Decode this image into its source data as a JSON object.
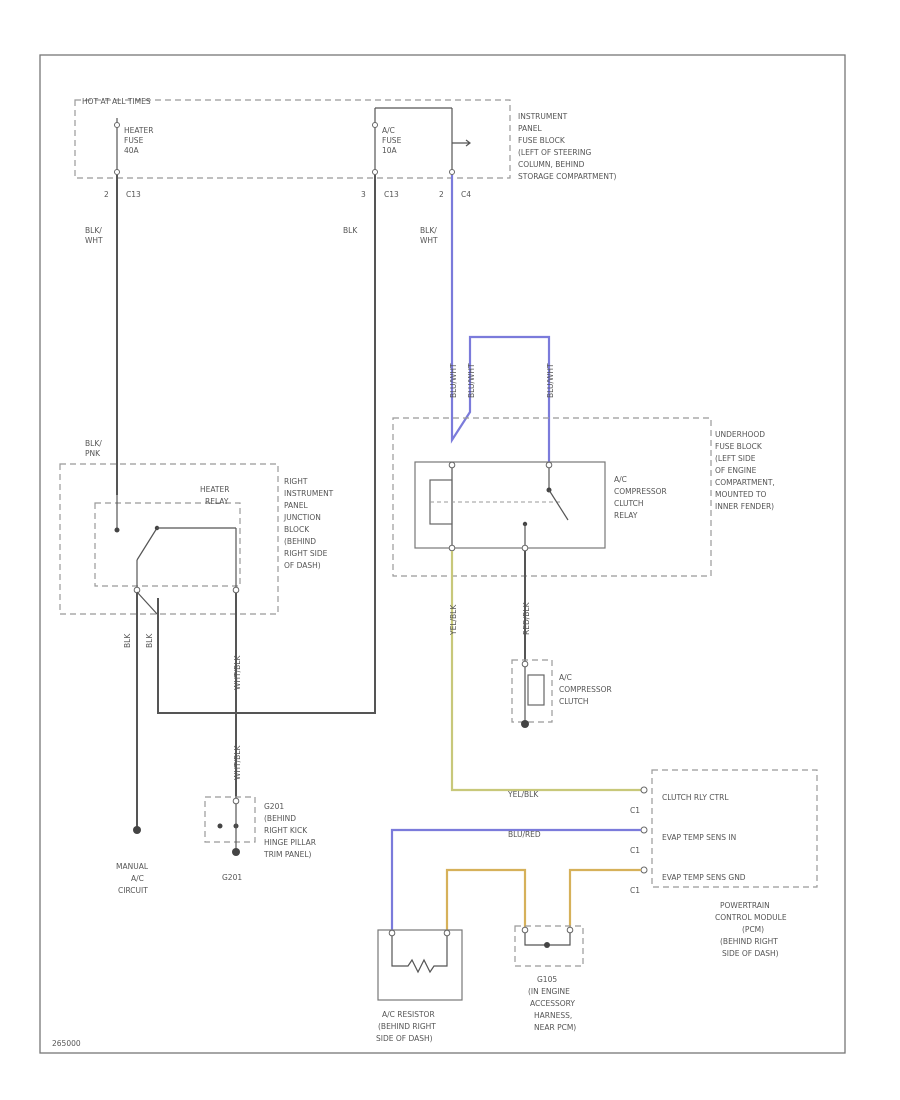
{
  "labels": {
    "hot_at_all_times": "HOT AT ALL TIMES",
    "heater_fuse": [
      "HEATER",
      "FUSE",
      "40A"
    ],
    "ac_fuse": [
      "A/C",
      "FUSE",
      "10A"
    ],
    "ipfb": [
      "INSTRUMENT",
      "PANEL",
      "FUSE BLOCK",
      "(LEFT OF STEERING",
      "COLUMN, BEHIND",
      "STORAGE COMPARTMENT)"
    ],
    "pin_heater": "2",
    "conn_heater": "C13",
    "pin_ac": "3",
    "conn_ac": "C13",
    "pin_relay_feed": "2",
    "conn_relay_feed": "C4",
    "wire_blk_wht_1": [
      "BLK/",
      "WHT"
    ],
    "wire_blk_2": "BLK",
    "wire_blk_wht_3": [
      "BLK/",
      "WHT"
    ],
    "wire_blk_pnk": [
      "BLK/",
      "PNK"
    ],
    "heater_relay": [
      "HEATER",
      "RELAY"
    ],
    "ripjb": [
      "RIGHT",
      "INSTRUMENT",
      "PANEL",
      "JUNCTION",
      "BLOCK",
      "(BEHIND",
      "RIGHT SIDE",
      "OF DASH)"
    ],
    "wire_blk_a": "BLK",
    "wire_blk_b": "BLK",
    "wire_wht_blk_a": "WHT/BLK",
    "wire_wht_blk_b": "WHT/BLK",
    "g201_splice": [
      "G201",
      "(BEHIND",
      "RIGHT KICK",
      "HINGE PILLAR",
      "TRIM PANEL)"
    ],
    "g201": "G201",
    "manual_ac_circuit": [
      "MANUAL",
      "A/C",
      "CIRCUIT"
    ],
    "ufb": [
      "UNDERHOOD",
      "FUSE BLOCK",
      "(LEFT SIDE",
      "OF ENGINE",
      "COMPARTMENT,",
      "MOUNTED TO",
      "INNER FENDER)"
    ],
    "ac_relay": [
      "A/C",
      "COMPRESSOR",
      "CLUTCH",
      "RELAY"
    ],
    "wire_blu_a": "BLU/WHT",
    "wire_blu_b": "BLU/WHT",
    "wire_blu_c": "BLU/WHT",
    "wire_yel_blk": "YEL/BLK",
    "wire_red_blk": "RED/BLK",
    "ac_clutch": [
      "A/C",
      "COMPRESSOR",
      "CLUTCH"
    ],
    "wire_yel_blk_h": "YEL/BLK",
    "wire_blu_red": "BLU/RED",
    "pcm_pins": [
      "CLUTCH RLY CTRL",
      "EVAP TEMP SENS IN",
      "EVAP TEMP SENS GND"
    ],
    "pcm_conns": [
      "C1",
      "C1",
      "C1"
    ],
    "pcm": [
      "POWERTRAIN",
      "CONTROL MODULE",
      "(PCM)",
      "(BEHIND RIGHT",
      "SIDE OF DASH)"
    ],
    "ac_resistor": [
      "A/C RESISTOR",
      "(BEHIND RIGHT",
      "SIDE OF DASH)"
    ],
    "g105": [
      "G105",
      "(IN ENGINE",
      "ACCESSORY",
      "HARNESS,",
      "NEAR PCM)"
    ],
    "figure_code": "265000"
  }
}
